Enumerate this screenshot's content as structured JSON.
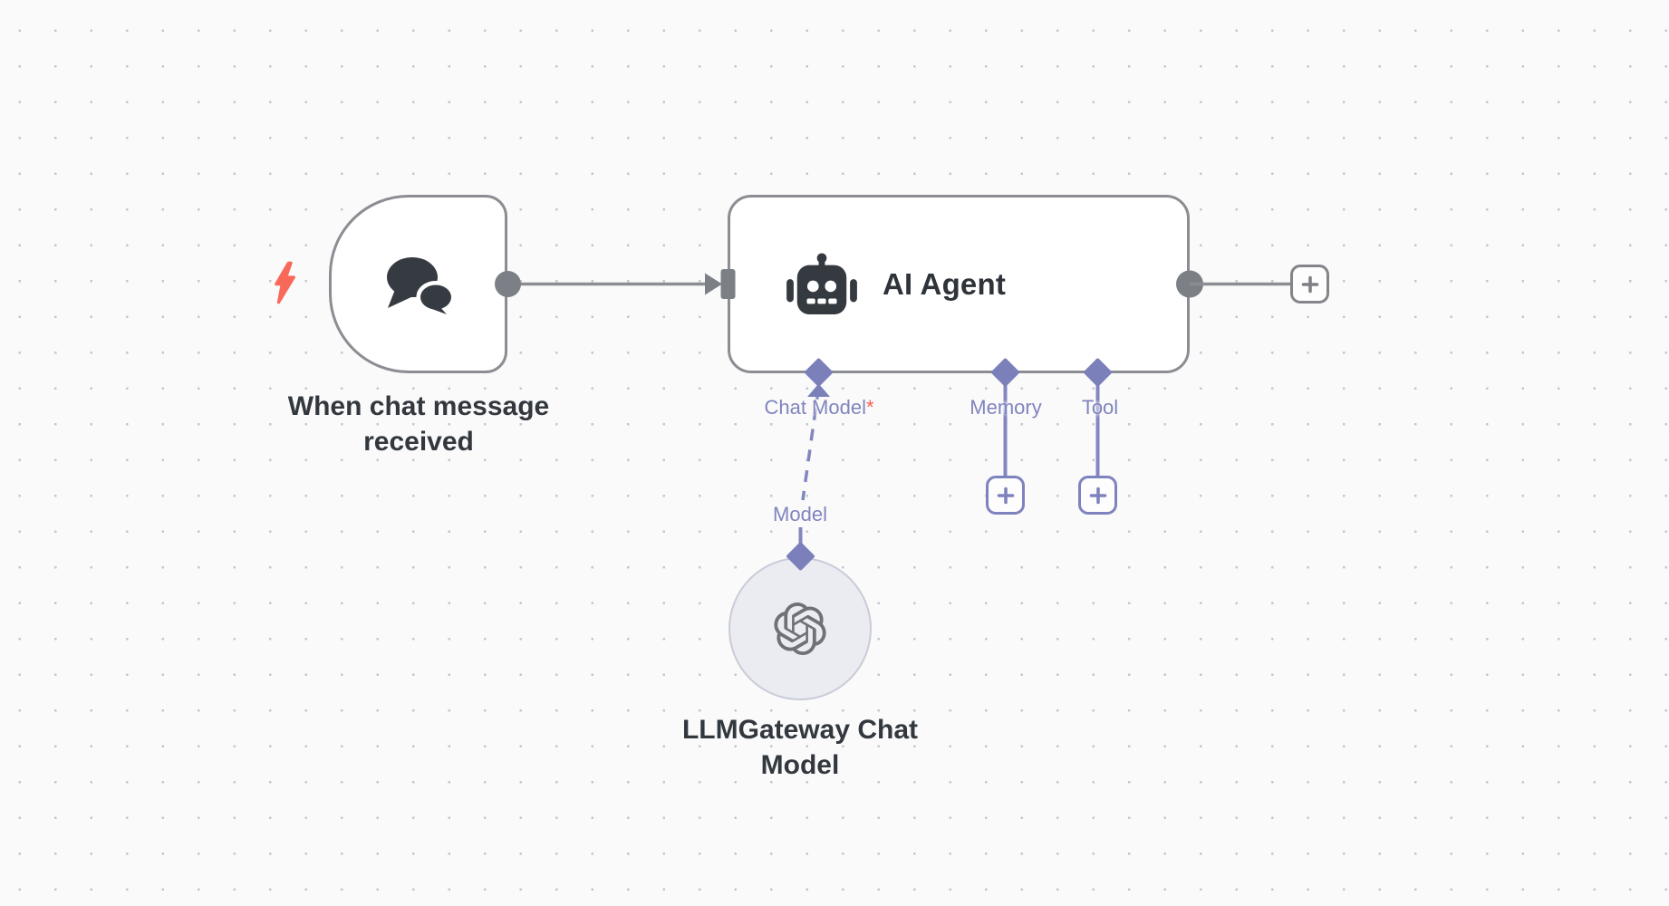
{
  "colors": {
    "accent_purple": "#7b7fba",
    "port_label_purple": "#8084bd",
    "trigger_red": "#f9695a",
    "required_red": "#f4604c",
    "connector_gray": "#7c7f85",
    "node_border_gray": "#8b8d92",
    "text_dark": "#33383e",
    "canvas_bg": "#fafafb"
  },
  "trigger_node": {
    "name_lines": [
      "When chat message",
      "received"
    ],
    "trigger_icon": "lightning-bolt-icon",
    "node_icon": "chat-bubbles-icon"
  },
  "agent_node": {
    "title": "AI Agent",
    "node_icon": "robot-icon",
    "ports": {
      "chat_model": {
        "label": "Chat Model",
        "required_marker": "*"
      },
      "memory": {
        "label": "Memory"
      },
      "tool": {
        "label": "Tool"
      }
    }
  },
  "model_node": {
    "name_lines": [
      "LLMGateway Chat",
      "Model"
    ],
    "node_icon": "openai-logo-icon",
    "port_label": "Model"
  },
  "buttons": {
    "add_memory_icon": "plus-icon",
    "add_tool_icon": "plus-icon",
    "add_next_node_icon": "plus-icon"
  }
}
